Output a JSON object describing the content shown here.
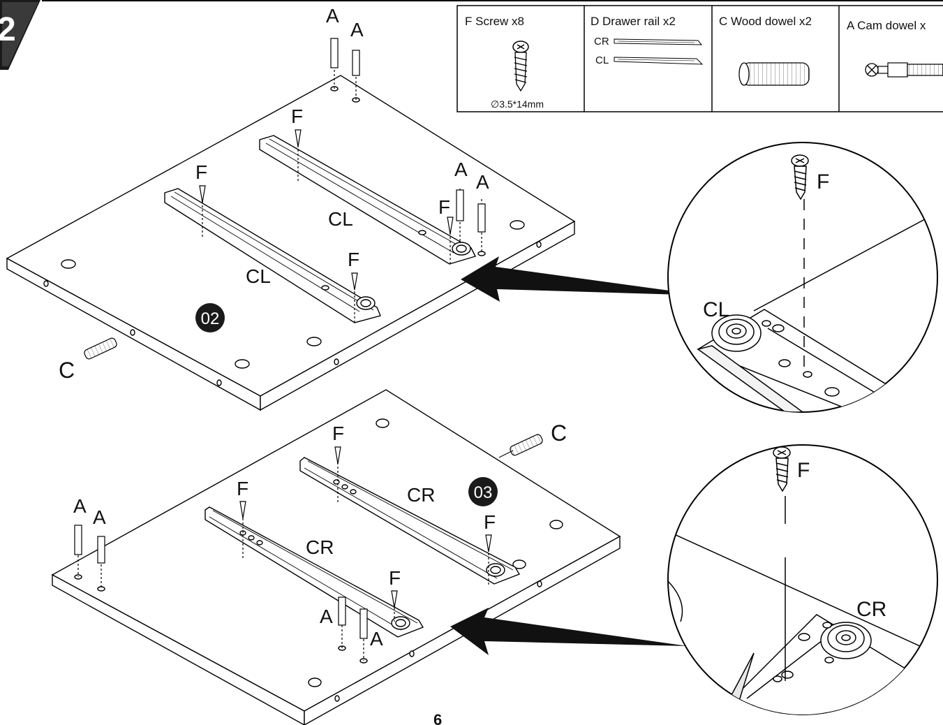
{
  "step_number": "2",
  "page_number": "6",
  "parts_table": [
    {
      "text": "F  Screw  x8",
      "sub": "∅3.5*14mm"
    },
    {
      "text": "D Drawer rail  x2",
      "rail_labels": [
        "CR",
        "CL"
      ]
    },
    {
      "text": "C  Wood dowel  x2"
    },
    {
      "text": "A Cam dowel x"
    }
  ],
  "panels": [
    {
      "badge": "02",
      "rail_labels": [
        "CL",
        "CL"
      ],
      "letters": {
        "A": "A",
        "F": "F",
        "C": "C"
      },
      "detail": {
        "screw": "F",
        "rail": "CL"
      }
    },
    {
      "badge": "03",
      "rail_labels": [
        "CR",
        "CR"
      ],
      "letters": {
        "A": "A",
        "F": "F",
        "C": "C"
      },
      "detail": {
        "screw": "F",
        "rail": "CR"
      }
    }
  ]
}
